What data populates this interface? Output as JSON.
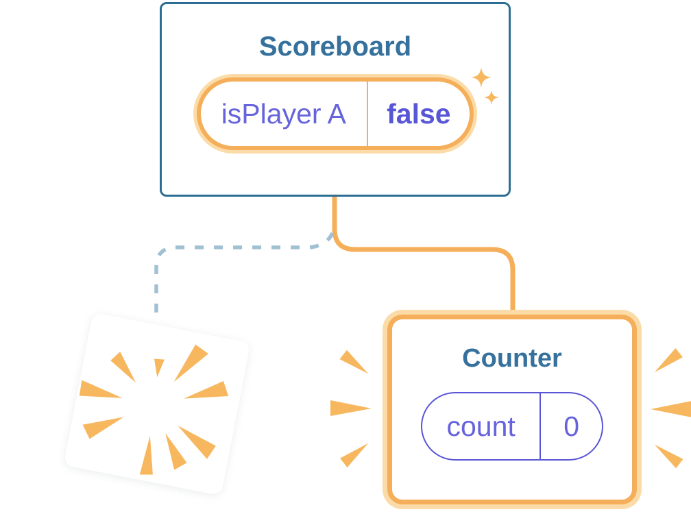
{
  "colors": {
    "accent_orange": "#F5AE59",
    "orange_halo": "#FBDCA9",
    "ray_orange": "#F7B75F",
    "teal_border": "#2C6D94",
    "teal_text": "#35719C",
    "purple": "#6663DB",
    "purple_strong": "#5856D6",
    "dashed_blue": "#A2C0D4",
    "card_bg": "#FFFFFF"
  },
  "tree": {
    "parent": {
      "title": "Scoreboard",
      "state": {
        "label": "isPlayer A",
        "value": "false"
      }
    },
    "child": {
      "title": "Counter",
      "state": {
        "label": "count",
        "value": "0"
      }
    }
  },
  "icons": {
    "sparkles_icon": "two four-point stars ✦",
    "poof_burst_icon": "radial burst of orange wedges",
    "emphasis_marks_icon": "three wedge rays each side pointing at card"
  }
}
